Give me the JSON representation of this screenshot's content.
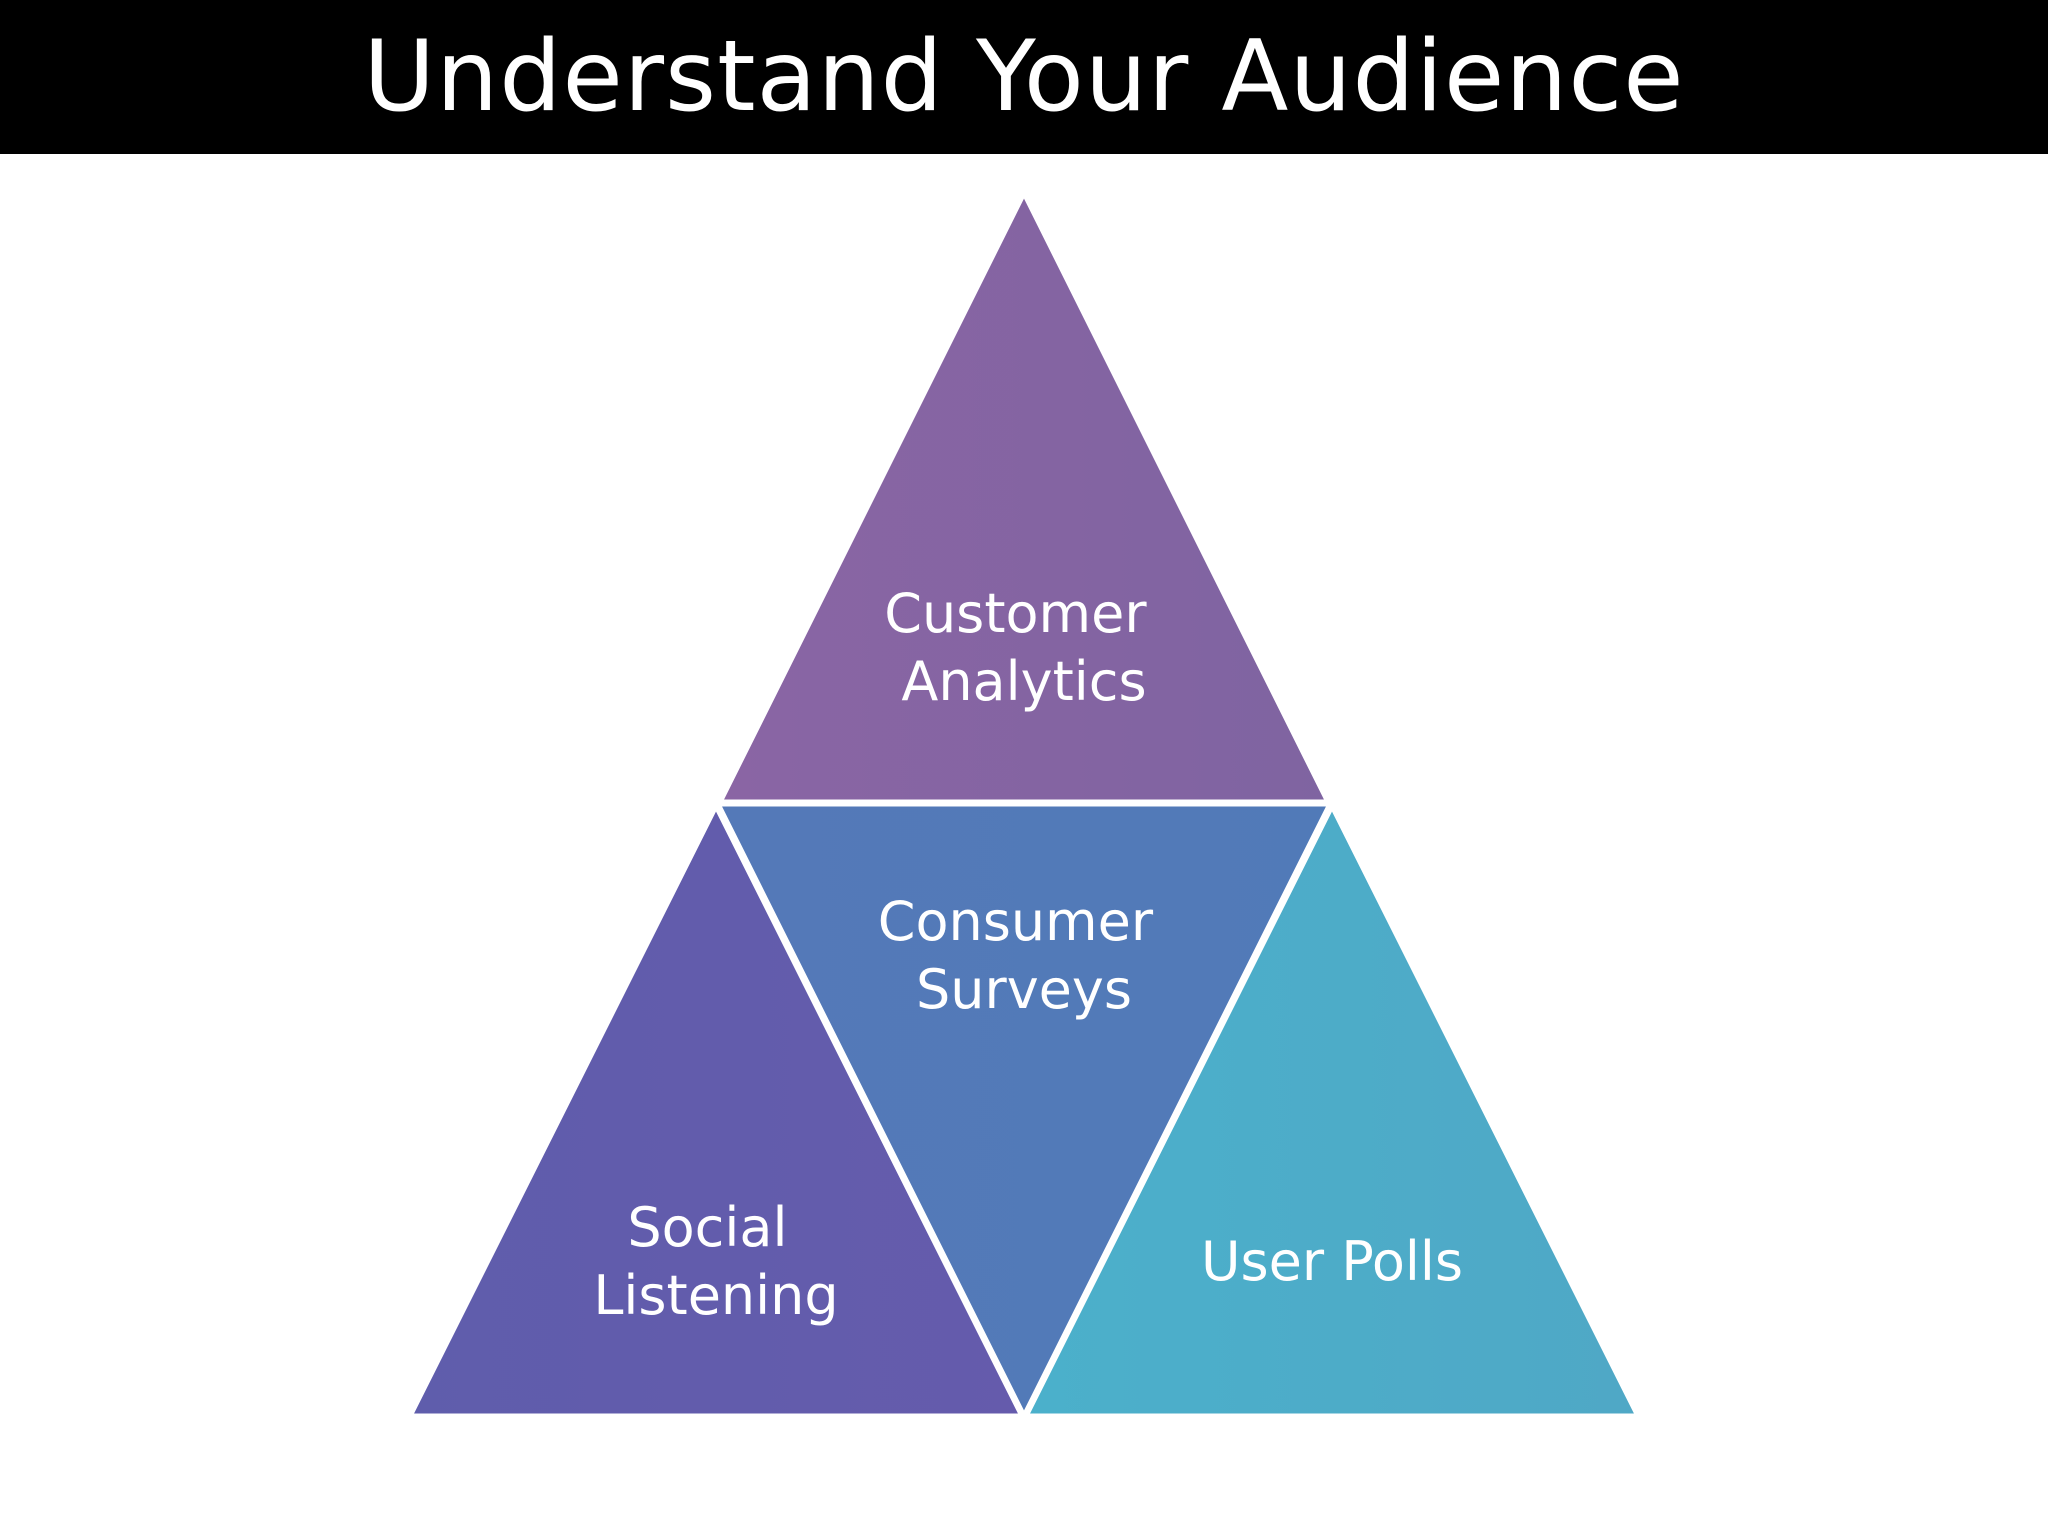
{
  "slide": {
    "title": "Understand Your Audience"
  },
  "diagram": {
    "segments": [
      {
        "key": "top",
        "line1": "Customer",
        "line2": "Analytics",
        "color": "#8064a2"
      },
      {
        "key": "middle",
        "line1": "Consumer",
        "line2": "Surveys",
        "color": "#517ab8"
      },
      {
        "key": "left",
        "line1": "Social",
        "line2": "Listening",
        "color": "#615cac"
      },
      {
        "key": "right",
        "line1": "User Polls",
        "line2": "",
        "color": "#4eaac8"
      }
    ],
    "border_color": "#ffffff"
  }
}
